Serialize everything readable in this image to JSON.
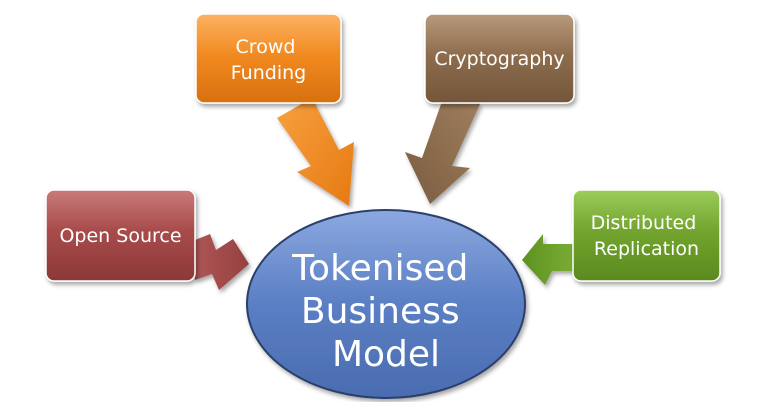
{
  "center": {
    "lines": [
      "Tokenised",
      "Business",
      "Model"
    ]
  },
  "boxes": {
    "crowd_funding": {
      "lines": [
        "Crowd",
        "Funding"
      ],
      "color": "#f0821e"
    },
    "cryptography": {
      "lines": [
        "Cryptography"
      ],
      "color": "#8c6a4a"
    },
    "open_source": {
      "lines": [
        "Open Source"
      ],
      "color": "#a84a4a"
    },
    "distributed_replication": {
      "lines": [
        "Distributed",
        "Replication"
      ],
      "color": "#6a9a2a"
    }
  },
  "colors": {
    "center_fill": "#5b7fc4",
    "center_stroke": "#2b3f6a"
  }
}
